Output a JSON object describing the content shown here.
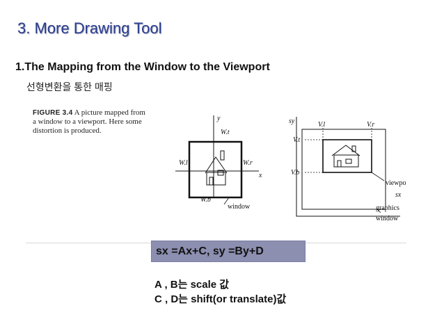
{
  "slide": {
    "title": "3. More Drawing Tool",
    "subtitle": "1.The Mapping from the Window to the Viewport",
    "korean_caption": "선형변환을 통한 매핑"
  },
  "figure": {
    "label": "FIGURE 3.4",
    "caption": "A picture mapped from a window to a viewport. Here some distortion is produced.",
    "left_diagram": {
      "y_axis": "y",
      "x_axis": "x",
      "top": "W.t",
      "left": "W.l",
      "right": "W.r",
      "bottom": "W.b",
      "window_label": "window"
    },
    "right_diagram": {
      "sy_label": "sy",
      "sx_label": "sx",
      "left": "V.l",
      "right": "V.r",
      "top": "V.t",
      "bottom": "V.b",
      "viewport_label": "viewport",
      "graphics_label": "graphics",
      "window_label": "window"
    }
  },
  "formula": {
    "text": "sx =Ax+C, sy =By+D"
  },
  "notes": [
    "A , B는 scale 값",
    "C , D는 shift(or translate)값"
  ],
  "colors": {
    "title": "#2a3b8c",
    "formula_box": "#8c8fb0"
  }
}
